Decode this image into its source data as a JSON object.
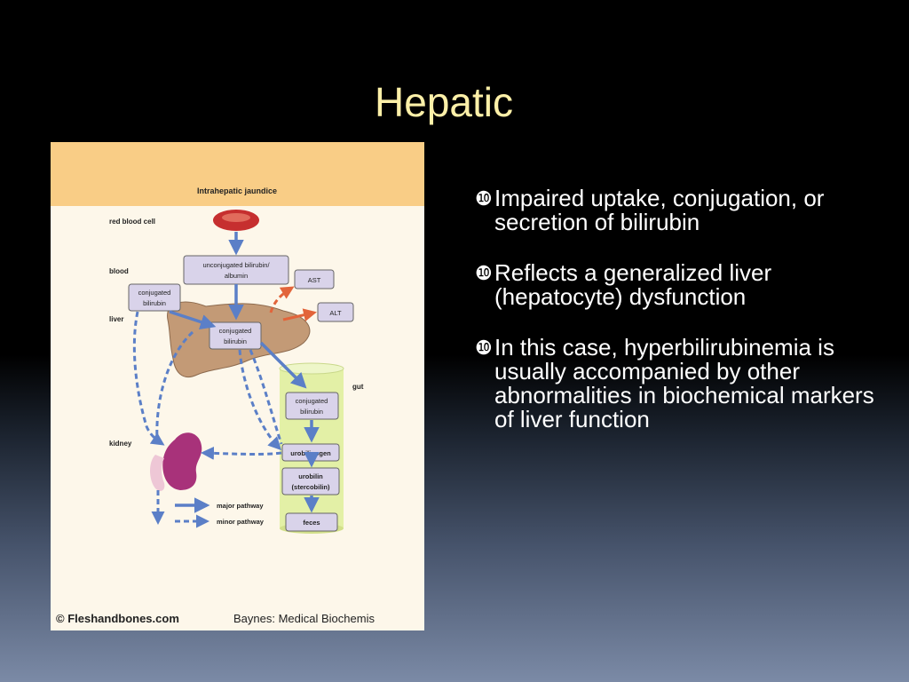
{
  "slide": {
    "title": "Hepatic"
  },
  "figure": {
    "header": "Intrahepatic jaundice",
    "labels": {
      "red_blood_cell": "red blood cell",
      "blood": "blood",
      "liver": "liver",
      "kidney": "kidney",
      "gut": "gut"
    },
    "boxes": {
      "unconjugated_line1": "unconjugated bilirubin/",
      "unconjugated_line2": "albumin",
      "ast": "AST",
      "alt": "ALT",
      "conj_blood_line1": "conjugated",
      "conj_blood_line2": "bilirubin",
      "conj_liver_line1": "conjugated",
      "conj_liver_line2": "bilirubin",
      "conj_gut_line1": "conjugated",
      "conj_gut_line2": "bilirubin",
      "urobilinogen": "urobilinogen",
      "urobilin_line1": "urobilin",
      "urobilin_line2": "(stercobilin)",
      "feces": "feces"
    },
    "legend": {
      "major": "major pathway",
      "minor": "minor pathway"
    },
    "credit": "© Fleshandbones.com",
    "credit_source": "Baynes: Medical Biochemis",
    "colors": {
      "header_band": "#f9cd86",
      "background": "#fdf7ea",
      "box_fill": "#d9d3ea",
      "box_stroke": "#666666",
      "arrow_blue": "#5b7fc7",
      "arrow_orange": "#e2643a",
      "liver": "#c39a76",
      "kidney": "#a8327a",
      "gut_cylinder": "#e3f0a6",
      "rbc": "#c62f2f"
    }
  },
  "bullets": [
    {
      "marker": "❿",
      "text": "Impaired uptake, conjugation, or secretion of bilirubin"
    },
    {
      "marker": "❿",
      "text": "Reflects a generalized liver (hepatocyte) dysfunction"
    },
    {
      "marker": "❿",
      "text": "In this case, hyperbilirubinemia is usually accompanied by other abnormalities in biochemical markers of liver function"
    }
  ]
}
